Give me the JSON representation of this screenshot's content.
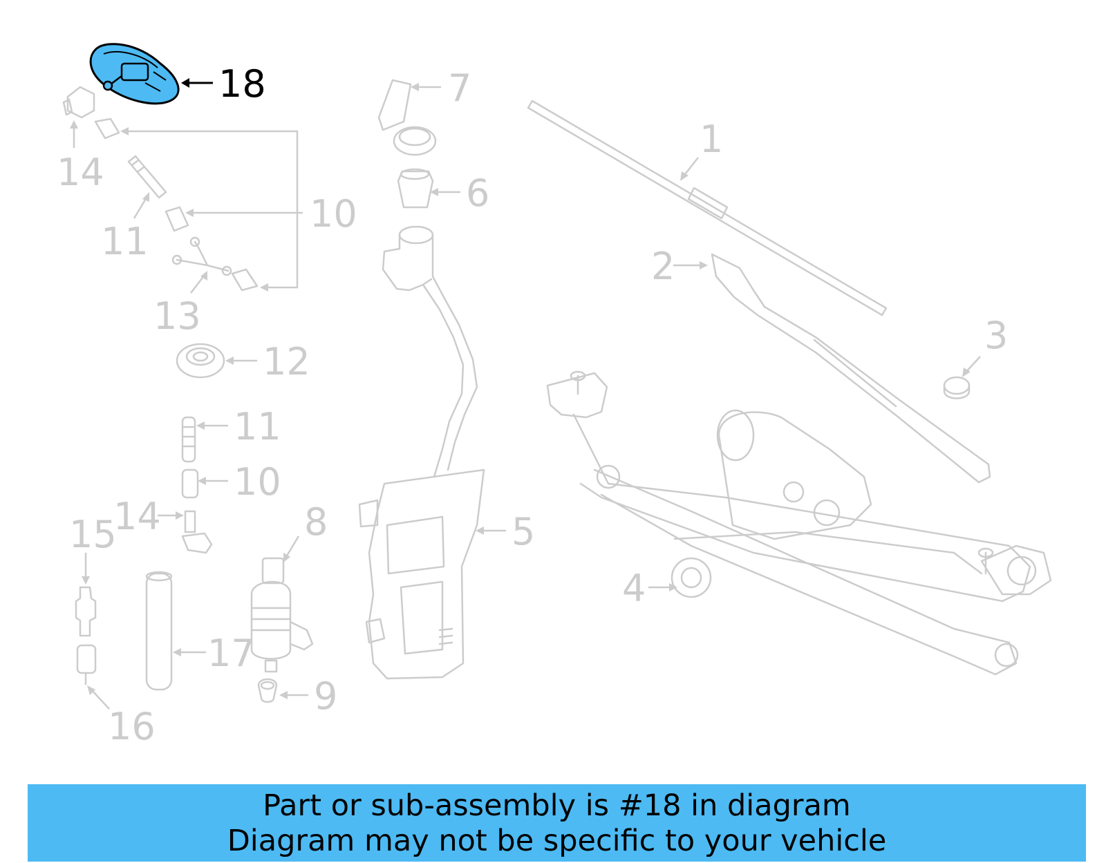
{
  "diagram": {
    "highlight_color": "#4dbaf3",
    "part_color": "#cccccc",
    "callouts": [
      "1",
      "2",
      "3",
      "4",
      "5",
      "6",
      "7",
      "8",
      "9",
      "10",
      "10",
      "11",
      "11",
      "12",
      "13",
      "14",
      "14",
      "15",
      "16",
      "17",
      "18"
    ],
    "highlighted_part": "18",
    "labels": {
      "c1": "1",
      "c2": "2",
      "c3": "3",
      "c4": "4",
      "c5": "5",
      "c6": "6",
      "c7": "7",
      "c8": "8",
      "c9": "9",
      "c10a": "10",
      "c10b": "10",
      "c11a": "11",
      "c11b": "11",
      "c12": "12",
      "c13": "13",
      "c14a": "14",
      "c14b": "14",
      "c15": "15",
      "c16": "16",
      "c17": "17",
      "c18": "18"
    }
  },
  "banner": {
    "line1": "Part or sub-assembly is #18 in diagram",
    "line2": "Diagram may not be specific to your vehicle",
    "background": "#4dbaf3"
  }
}
